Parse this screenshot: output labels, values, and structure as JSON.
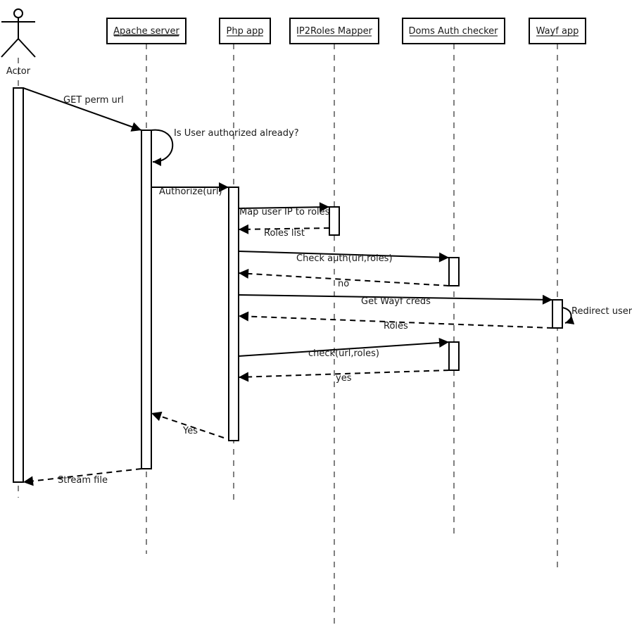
{
  "diagram": {
    "type": "sequence",
    "actor": {
      "label": "Actor"
    },
    "participants": [
      {
        "id": "apache",
        "label": "Apache server"
      },
      {
        "id": "php",
        "label": "Php app"
      },
      {
        "id": "ip2roles",
        "label": "IP2Roles Mapper"
      },
      {
        "id": "doms",
        "label": "Doms Auth checker"
      },
      {
        "id": "wayf",
        "label": "Wayf app"
      }
    ],
    "messages": [
      {
        "from": "actor",
        "to": "apache",
        "label": "GET perm url",
        "style": "solid"
      },
      {
        "from": "apache",
        "to": "apache",
        "label": "Is User authorized already?",
        "style": "self"
      },
      {
        "from": "apache",
        "to": "php",
        "label": "Authorize(url)",
        "style": "solid"
      },
      {
        "from": "php",
        "to": "ip2roles",
        "label": "Map user IP to roles",
        "style": "solid"
      },
      {
        "from": "ip2roles",
        "to": "php",
        "label": "Roles list",
        "style": "dashed"
      },
      {
        "from": "php",
        "to": "doms",
        "label": "Check auth(url,roles)",
        "style": "solid"
      },
      {
        "from": "doms",
        "to": "php",
        "label": "no",
        "style": "dashed"
      },
      {
        "from": "php",
        "to": "wayf",
        "label": "Get Wayf creds",
        "style": "solid"
      },
      {
        "from": "wayf",
        "to": "wayf",
        "label": "Redirect user",
        "style": "self"
      },
      {
        "from": "wayf",
        "to": "php",
        "label": "Roles",
        "style": "dashed"
      },
      {
        "from": "php",
        "to": "doms",
        "label": "check(url,roles)",
        "style": "solid"
      },
      {
        "from": "doms",
        "to": "php",
        "label": "yes",
        "style": "dashed"
      },
      {
        "from": "php",
        "to": "apache",
        "label": "Yes",
        "style": "dashed"
      },
      {
        "from": "apache",
        "to": "actor",
        "label": "Stream file",
        "style": "dashed"
      }
    ]
  }
}
